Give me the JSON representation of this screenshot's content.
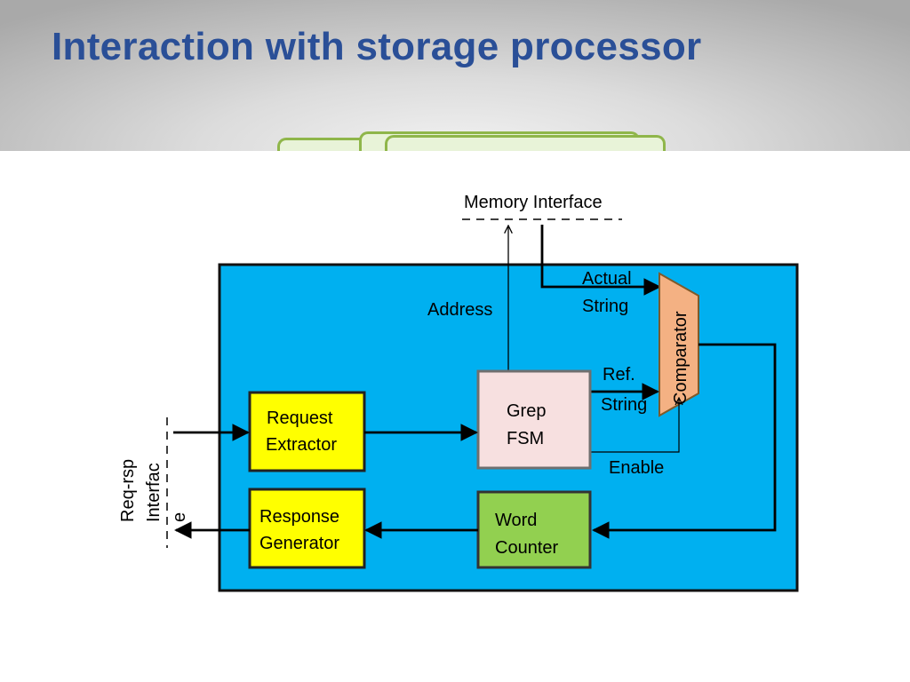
{
  "slide": {
    "title": "Interaction with storage processor"
  },
  "diagram": {
    "memory_interface": "Memory Interface",
    "address": "Address",
    "actual_string": [
      "Actual",
      "String"
    ],
    "ref_string": [
      "Ref.",
      "String"
    ],
    "enable": "Enable",
    "comparator": "Comparator",
    "grep_fsm": [
      "Grep",
      "FSM"
    ],
    "request_extractor": [
      "Request",
      "Extractor"
    ],
    "response_generator": [
      "Response",
      "Generator"
    ],
    "word_counter": [
      "Word",
      "Counter"
    ],
    "req_rsp_interface": [
      "Req-rsp",
      "Interfac",
      "e"
    ]
  },
  "colors": {
    "title": "#2a4f97",
    "board": "#00b0f0",
    "yellow_block": "#ffff00",
    "fsm_block": "#f7e0e0",
    "green_block": "#92d050",
    "comparator": "#f4b183"
  }
}
